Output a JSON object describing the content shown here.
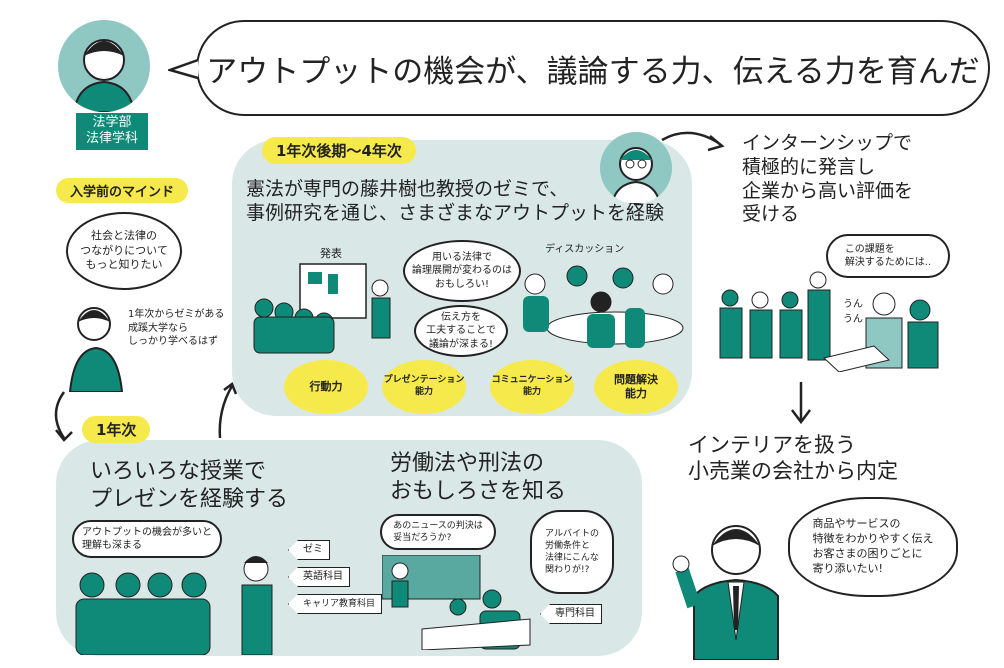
{
  "title": "アウトプットの機会が、議論する力、伝える力を育んだ",
  "profile": {
    "department": "法学部\n法律学科"
  },
  "before": {
    "tag": "入学前のマインド",
    "thought": "社会と法律の\nつながりについて\nもっと知りたい",
    "note": "1年次からゼミがある\n成蹊大学なら\nしっかり学べるはず"
  },
  "later_years": {
    "tag": "1年次後期〜4年次",
    "headline": "憲法が専門の藤井樹也教授のゼミで、\n事例研究を通じ、さまざまなアウトプットを経験",
    "presentation_label": "発表",
    "discussion_label": "ディスカッション",
    "bubble1": "用いる法律で\n論理展開が変わるのは\nおもしろい!",
    "bubble2": "伝え方を\n工夫することで\n議論が深まる!",
    "skills": [
      "行動力",
      "プレゼンテーション\n能力",
      "コミュニケーション\n能力",
      "問題解決\n能力"
    ]
  },
  "first_year": {
    "tag": "1年次",
    "headline_left": "いろいろな授業で\nプレゼンを経験する",
    "bubble_left": "アウトプットの機会が多いと\n理解も深まる",
    "flags_left": [
      "ゼミ",
      "英語科目",
      "キャリア教育科目"
    ],
    "headline_right": "労働法や刑法の\nおもしろさを知る",
    "bubble_right1": "あのニュースの判決は\n妥当だろうか?",
    "bubble_right2": "アルバイトの\n労働条件と\n法律にこんな\n関わりが!?",
    "flag_right": "専門科目"
  },
  "internship": {
    "headline": "インターンシップで\n積極的に発言し\n企業から高い評価を\n受ける",
    "bubble": "この課題を\n解決するためには..",
    "murmur": "うん\nうん"
  },
  "offer": {
    "headline": "インテリアを扱う\n小売業の会社から内定",
    "bubble": "商品やサービスの\n特徴をわかりやすく伝え\nお客さまの困りごとに\n寄り添いたい!"
  },
  "colors": {
    "teal": "#0f8a78",
    "panel": "#d9e8e7",
    "yellow": "#f6e94b"
  }
}
